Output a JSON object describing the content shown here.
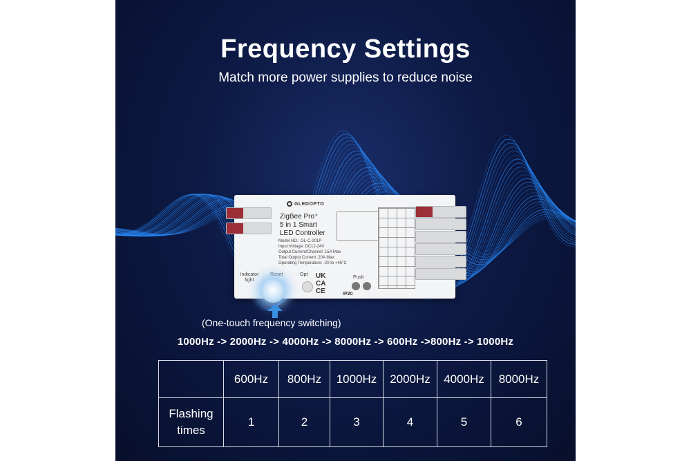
{
  "header": {
    "title": "Frequency Settings",
    "subtitle": "Match more power supplies to reduce noise"
  },
  "device": {
    "brand": "GLEDOPTO",
    "product_line1": "ZigBee Pro⁺",
    "product_line2": "5 in 1 Smart",
    "product_line3": "LED Controller",
    "specs": [
      "Model NO.: GL-C-201P",
      "Input Voltage: DC12-24V",
      "Output Current/Channel: 15A Max",
      "Total Output Current: 20A Max",
      "Operating Temperature: -20 to +45°C"
    ],
    "indicator_label": "Indicator light",
    "reset_label": "Reset",
    "opt_label": "Opt",
    "push_label": "Push",
    "ip_label": "IP20",
    "cert_marks": "UK CA CE"
  },
  "caption": "(One-touch frequency switching)",
  "sequence": "1000Hz -> 2000Hz -> 4000Hz -> 8000Hz -> 600Hz ->800Hz -> 1000Hz",
  "table": {
    "headers": [
      "",
      "600Hz",
      "800Hz",
      "1000Hz",
      "2000Hz",
      "4000Hz",
      "8000Hz"
    ],
    "row_label_line1": "Flashing",
    "row_label_line2": "times",
    "values": [
      "1",
      "2",
      "3",
      "4",
      "5",
      "6"
    ]
  },
  "colors": {
    "background": "#0d1a45",
    "wave": "#2a8dff",
    "text": "#ffffff"
  }
}
